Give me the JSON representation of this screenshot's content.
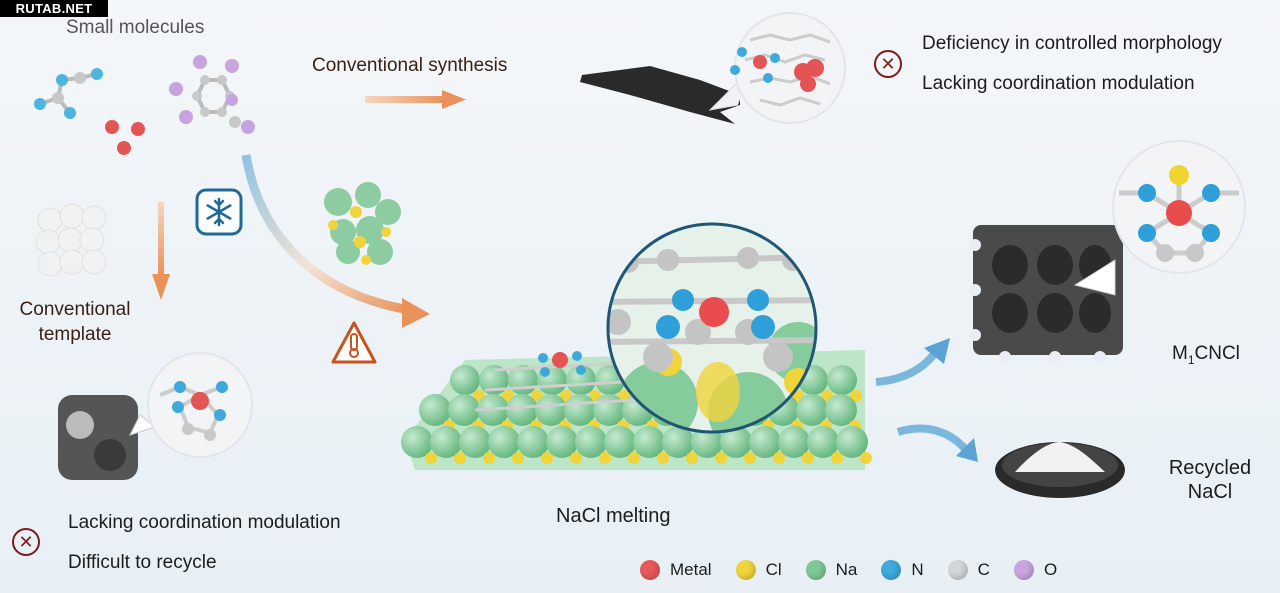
{
  "watermark": "RUTAB.NET",
  "labels": {
    "small_molecules": "Small molecules",
    "conventional_synthesis": "Conventional synthesis",
    "conventional_template_line1": "Conventional",
    "conventional_template_line2": "template",
    "nacl_melting": "NaCl melting",
    "product_m": "M",
    "product_sub": "1",
    "product_rest": "CNCl",
    "recycled_line1": "Recycled",
    "recycled_line2": "NaCl"
  },
  "drawbacks_top": {
    "icon": "x-circle-icon",
    "items": [
      "Deficiency in controlled morphology",
      "Lacking coordination modulation"
    ]
  },
  "drawbacks_bottom": {
    "icon": "x-circle-icon",
    "items": [
      "Lacking coordination modulation",
      "Difficult to recycle"
    ]
  },
  "icons": {
    "cooling": "snowflake-icon",
    "heating": "thermometer-warning-icon"
  },
  "legend": [
    {
      "label": "Metal",
      "color": "#e8585a"
    },
    {
      "label": "Cl",
      "color": "#f0d43c"
    },
    {
      "label": "Na",
      "color": "#7fc794"
    },
    {
      "label": "N",
      "color": "#3fa9dc"
    },
    {
      "label": "C",
      "color": "#d2d4d6"
    },
    {
      "label": "O",
      "color": "#c9a6e0"
    }
  ],
  "colors": {
    "orange_arrow": "#e8925a",
    "blue_arrow": "#5aa3d4",
    "x_mark": "#7a1c1c",
    "zoom_ring": "#1f5673"
  }
}
